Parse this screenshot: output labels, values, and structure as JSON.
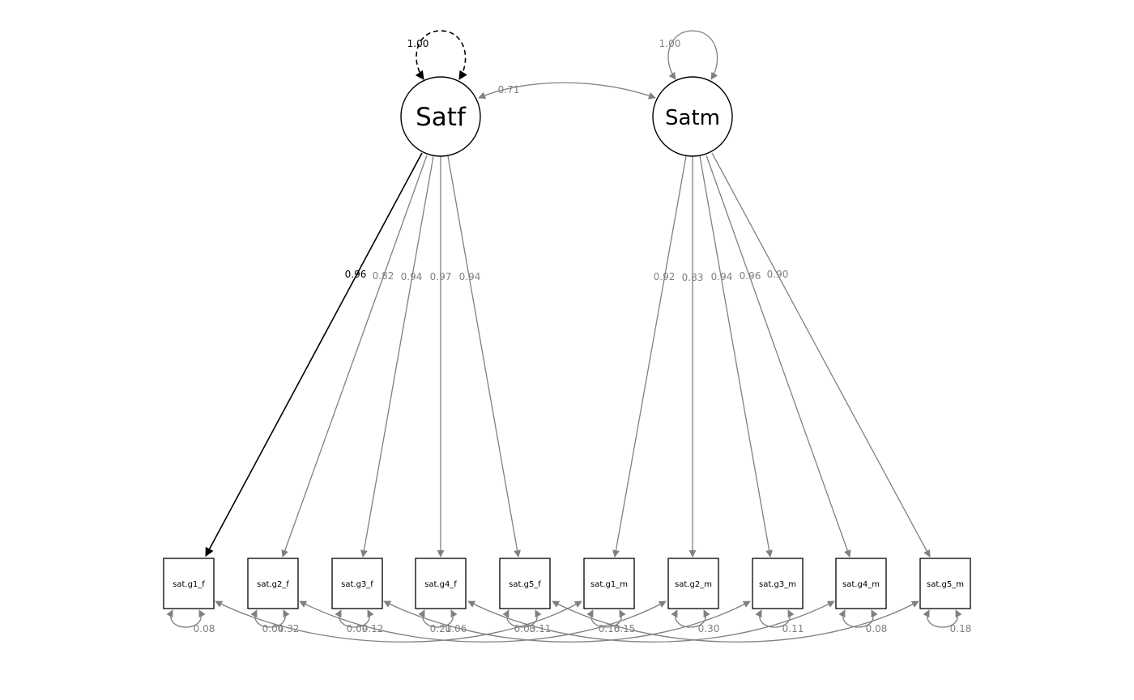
{
  "latents": [
    {
      "id": "satf",
      "label": "Satf",
      "variance": "1.00"
    },
    {
      "id": "satm",
      "label": "Satm",
      "variance": "1.00"
    }
  ],
  "latent_covariance": "0.71",
  "observed": [
    {
      "label": "sat.g1_f",
      "residual": "0.08"
    },
    {
      "label": "sat.g2_f",
      "residual": "0.32"
    },
    {
      "label": "sat.g3_f",
      "residual": "0.12"
    },
    {
      "label": "sat.g4_f",
      "residual": "0.06"
    },
    {
      "label": "sat.g5_f",
      "residual": "0.11"
    },
    {
      "label": "sat.g1_m",
      "residual": "0.15"
    },
    {
      "label": "sat.g2_m",
      "residual": "0.30"
    },
    {
      "label": "sat.g3_m",
      "residual": "0.11"
    },
    {
      "label": "sat.g4_m",
      "residual": "0.08"
    },
    {
      "label": "sat.g5_m",
      "residual": "0.18"
    }
  ],
  "loadings_f": [
    "0.96",
    "0.82",
    "0.94",
    "0.97",
    "0.94"
  ],
  "loadings_m": [
    "0.92",
    "0.83",
    "0.94",
    "0.96",
    "0.90"
  ],
  "residual_covariances": [
    "0.04",
    "0.09",
    "0.21",
    "0.03",
    "0.16"
  ],
  "colors": {
    "gray": "#808080",
    "black": "#000000"
  }
}
